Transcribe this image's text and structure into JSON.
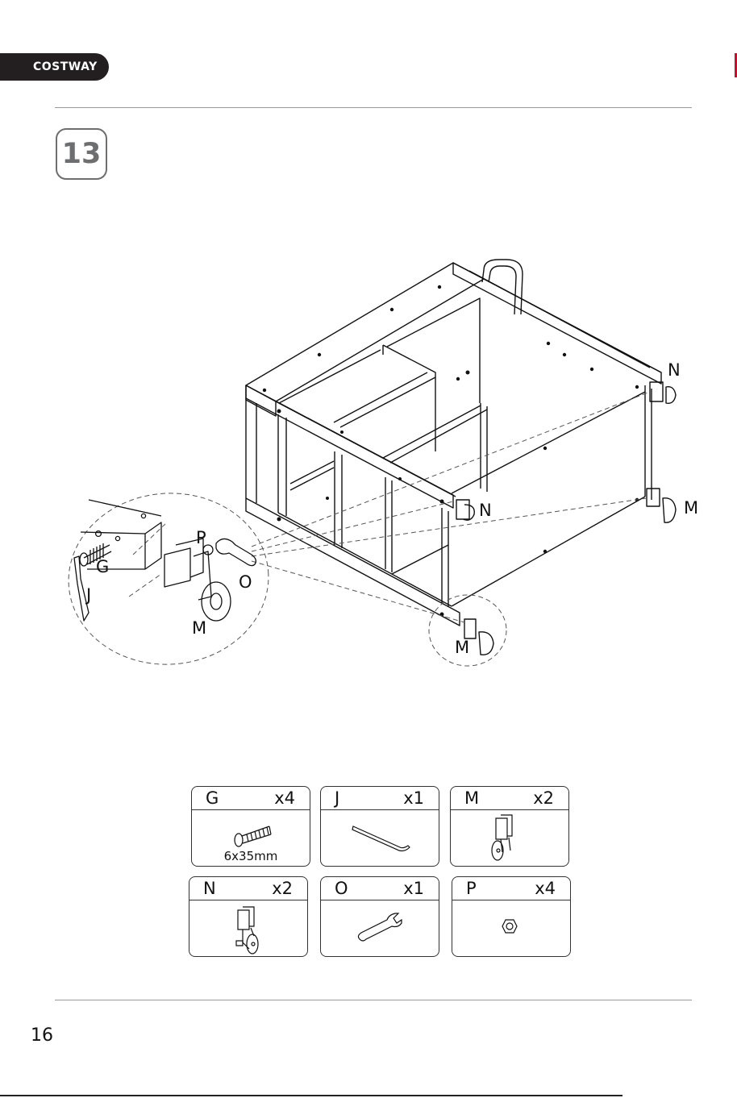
{
  "header": {
    "brand": "COSTWAY"
  },
  "step": {
    "number": "13"
  },
  "callouts": {
    "g": "G",
    "j": "J",
    "p": "P",
    "o": "O",
    "m_detail": "M",
    "n_back": "N",
    "n_front": "N",
    "m_side": "M",
    "m_front": "M"
  },
  "parts": [
    {
      "letter": "G",
      "qty": "x4",
      "icon": "bolt-icon",
      "size": "6x35mm"
    },
    {
      "letter": "J",
      "qty": "x1",
      "icon": "allen-key-icon"
    },
    {
      "letter": "M",
      "qty": "x2",
      "icon": "caster-icon"
    },
    {
      "letter": "N",
      "qty": "x2",
      "icon": "locking-caster-icon"
    },
    {
      "letter": "O",
      "qty": "x1",
      "icon": "wrench-icon"
    },
    {
      "letter": "P",
      "qty": "x4",
      "icon": "nut-icon"
    }
  ],
  "footer": {
    "page_number": "16"
  },
  "colors": {
    "brand_tab": "#231f20",
    "badge": "#6d6e70",
    "accent": "#c8102e"
  }
}
